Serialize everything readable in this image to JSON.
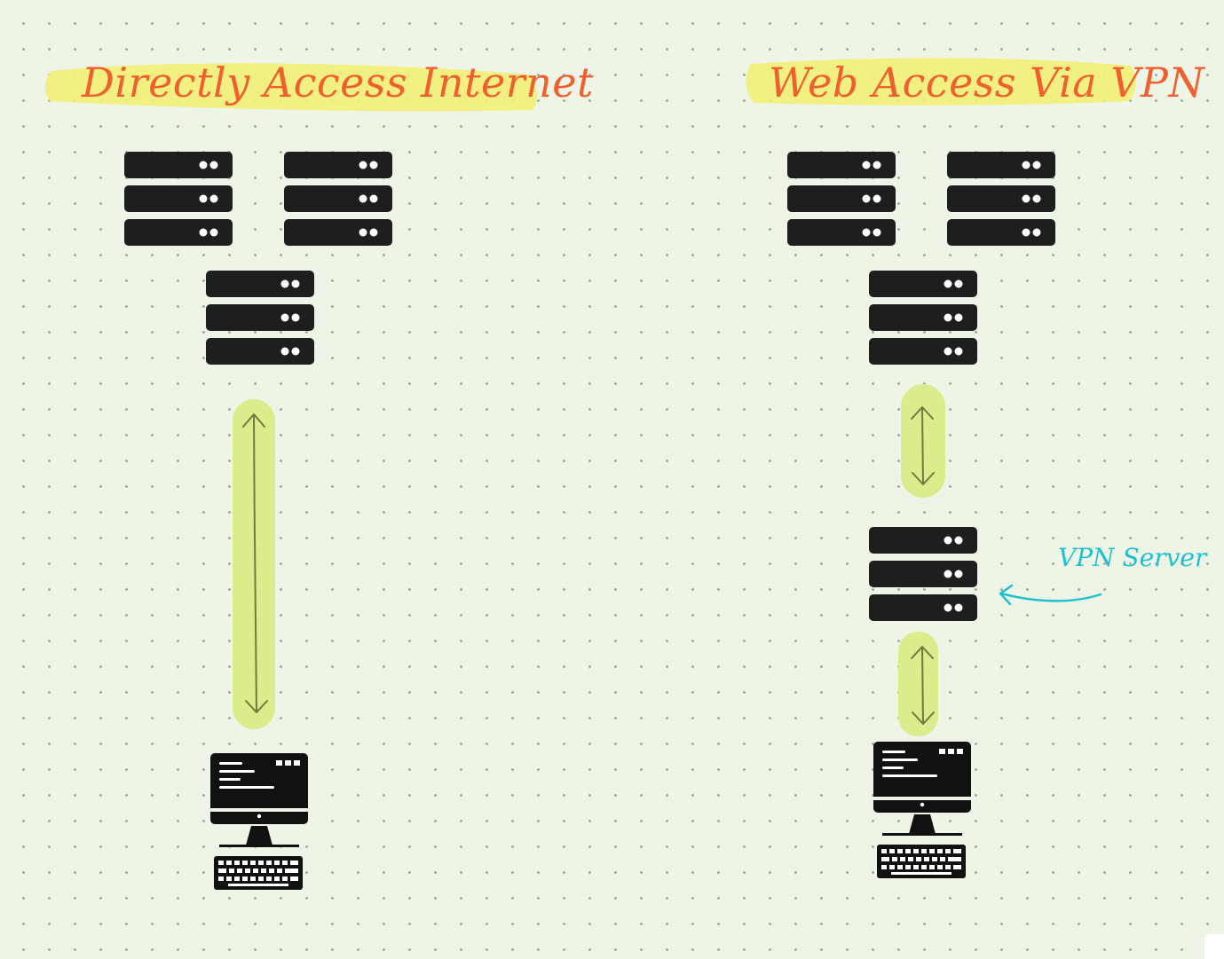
{
  "diagrams": [
    {
      "title": "Directly Access Internet"
    },
    {
      "title": "Web Access Via VPN",
      "annotation": "VPN Server"
    }
  ],
  "colors": {
    "title_text": "#f0602e",
    "title_highlight": "#f3ef77",
    "arrow_highlight": "#dbec8c",
    "arrow_stroke": "#6f7b3e",
    "annotation": "#1fc0cf",
    "server": "#1e1e1e",
    "background": "#eef5e6"
  },
  "icons": [
    "server-rack-icon",
    "desktop-computer-icon",
    "keyboard-icon",
    "bidirectional-arrow-icon"
  ]
}
